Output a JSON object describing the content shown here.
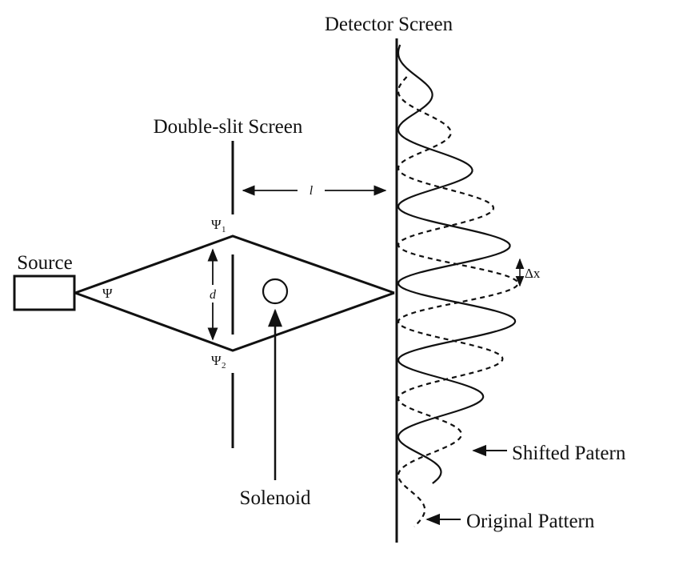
{
  "labels": {
    "detector_screen": "Detector Screen",
    "double_slit_screen": "Double-slit Screen",
    "source": "Source",
    "solenoid": "Solenoid",
    "shifted_pattern": "Shifted Patern",
    "original_pattern": "Original Pattern"
  },
  "symbols": {
    "psi": "Ψ",
    "psi1": "Ψ",
    "psi1_sub": "1",
    "psi2": "Ψ",
    "psi2_sub": "2",
    "distance_l": "l",
    "slit_separation_d": "d",
    "shift_dx": "Δx"
  },
  "colors": {
    "ink": "#111111",
    "background": "#ffffff"
  },
  "icons": {
    "source_box": "rectangle",
    "solenoid": "circle",
    "arrows": "arrowhead"
  }
}
